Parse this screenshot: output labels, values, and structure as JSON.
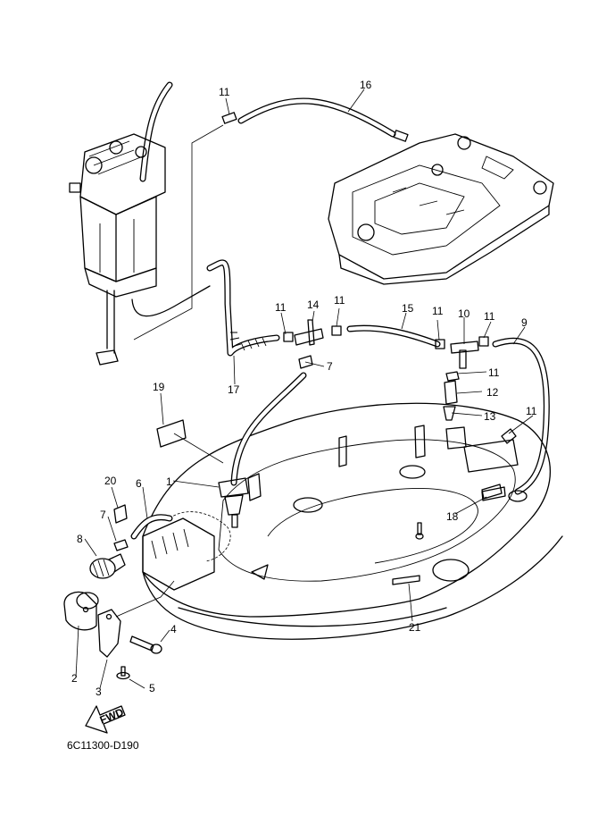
{
  "diagram": {
    "code": "6C11300-D190",
    "fwd_label": "FWD",
    "callouts": [
      {
        "id": "c1",
        "label": "1"
      },
      {
        "id": "c2",
        "label": "2"
      },
      {
        "id": "c3",
        "label": "3"
      },
      {
        "id": "c4",
        "label": "4"
      },
      {
        "id": "c5",
        "label": "5"
      },
      {
        "id": "c6",
        "label": "6"
      },
      {
        "id": "c7a",
        "label": "7"
      },
      {
        "id": "c7b",
        "label": "7"
      },
      {
        "id": "c8",
        "label": "8"
      },
      {
        "id": "c9",
        "label": "9"
      },
      {
        "id": "c10",
        "label": "10"
      },
      {
        "id": "c11a",
        "label": "11"
      },
      {
        "id": "c11b",
        "label": "11"
      },
      {
        "id": "c11c",
        "label": "11"
      },
      {
        "id": "c11d",
        "label": "11"
      },
      {
        "id": "c11e",
        "label": "11"
      },
      {
        "id": "c11f",
        "label": "11"
      },
      {
        "id": "c11g",
        "label": "11"
      },
      {
        "id": "c12",
        "label": "12"
      },
      {
        "id": "c13",
        "label": "13"
      },
      {
        "id": "c14",
        "label": "14"
      },
      {
        "id": "c15",
        "label": "15"
      },
      {
        "id": "c16",
        "label": "16"
      },
      {
        "id": "c17",
        "label": "17"
      },
      {
        "id": "c18",
        "label": "18"
      },
      {
        "id": "c19",
        "label": "19"
      },
      {
        "id": "c20",
        "label": "20"
      },
      {
        "id": "c21",
        "label": "21"
      }
    ]
  }
}
